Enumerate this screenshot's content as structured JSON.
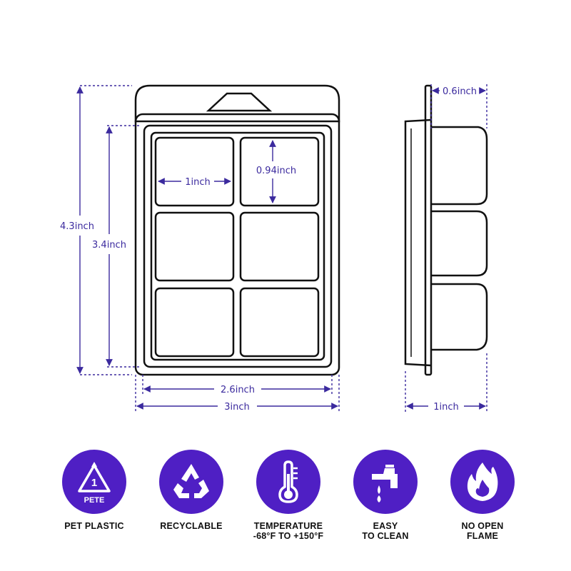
{
  "colors": {
    "accent": "#4f1fc4",
    "dimension": "#3b2a9e",
    "outline": "#111111"
  },
  "front_view": {
    "total_height": "4.3inch",
    "cavity_height": "3.4inch",
    "cavity_width": "1inch",
    "cavity_depth_height": "0.94inch",
    "inner_width": "2.6inch",
    "total_width": "3inch"
  },
  "side_view": {
    "flange_depth": "0.6inch",
    "total_depth": "1inch"
  },
  "features": [
    {
      "icon": "pete-recycle-icon",
      "badge": "1",
      "badge_text": "PETE",
      "lines": [
        "PET PLASTIC"
      ]
    },
    {
      "icon": "recycle-icon",
      "lines": [
        "RECYCLABLE"
      ]
    },
    {
      "icon": "thermometer-icon",
      "lines": [
        "TEMPERATURE",
        "-68°F TO +150°F"
      ]
    },
    {
      "icon": "faucet-icon",
      "lines": [
        "EASY",
        "TO CLEAN"
      ]
    },
    {
      "icon": "flame-icon",
      "lines": [
        "NO OPEN",
        "FLAME"
      ]
    }
  ]
}
